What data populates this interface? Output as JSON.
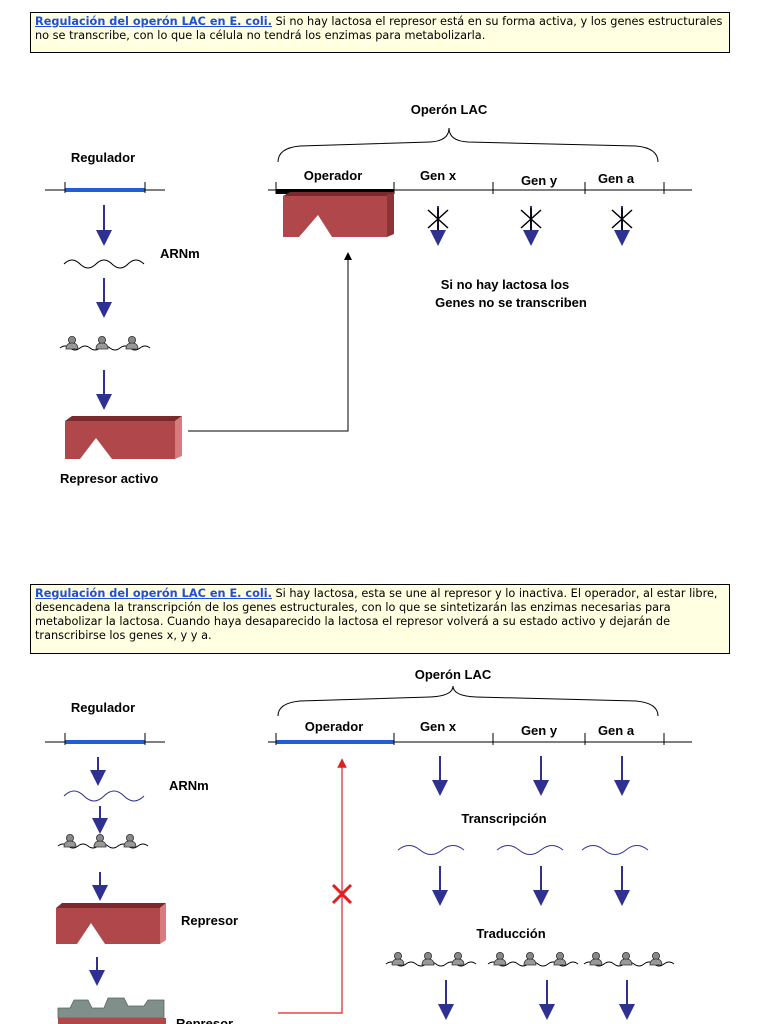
{
  "note_top": {
    "title": "Regulación del operón LAC en E. coli.",
    "text": " Si  no hay lactosa el represor está en su forma activa, y los genes estructurales no se transcribe, con lo que la célula no tendrá los enzimas para metabolizarla."
  },
  "note_bottom": {
    "title": "Regulación del operón LAC en E. coli.",
    "text": " Si hay lactosa,  esta se une al represor y lo inactiva. El operador, al estar libre, desencadena la transcripción de los genes estructurales, con lo que se sintetizarán las enzimas necesarias para metabolizar la lactosa. Cuando haya desaparecido la lactosa el represor volverá a su estado activo y dejarán de transcribirse los genes x, y y a."
  },
  "diagram_top": {
    "operon_label": "Operón  LAC",
    "regulator_label": "Regulador",
    "operator_label": "Operador",
    "gene_x_label": "Gen x",
    "gene_y_label": "Gen y",
    "gene_a_label": "Gen a",
    "mrna_label": "ARNm",
    "active_repressor_label": "Represor activo",
    "no_lactose_line1": "Si no hay lactosa los",
    "no_lactose_line2": "Genes no se transcriben"
  },
  "diagram_bottom": {
    "operon_label": "Operón  LAC",
    "regulator_label": "Regulador",
    "operator_label": "Operador",
    "gene_x_label": "Gen x",
    "gene_y_label": "Gen y",
    "gene_a_label": "Gen a",
    "mrna_label": "ARNm",
    "repressor_label": "Represor",
    "repressor_inactive_label": "Represor",
    "transcription_label": "Transcripción",
    "translation_label": "Traducción"
  },
  "colors": {
    "arrow": "#2e3192",
    "repressor": "#b0474a",
    "repressor_dark": "#7a2a2d",
    "operator_bar": "#1f5fd1",
    "red_line": "#e02020",
    "lactose_gray": "#7f8f8a",
    "note_bg": "#ffffe1"
  }
}
